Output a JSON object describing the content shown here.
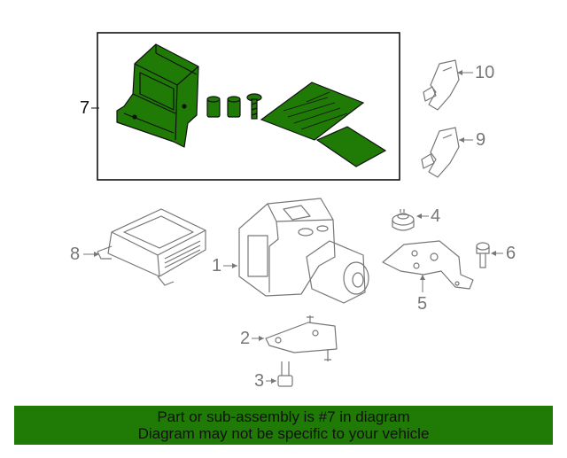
{
  "colors": {
    "highlight_part": "#1f7a06",
    "banner_background": "#1f7a06",
    "line_art": "#777777",
    "callout_active": "#111111"
  },
  "callouts": {
    "c1": "1",
    "c2": "2",
    "c3": "3",
    "c4": "4",
    "c5": "5",
    "c6": "6",
    "c7": "7",
    "c8": "8",
    "c9": "9",
    "c10": "10"
  },
  "banner": {
    "line1": "Part or sub-assembly is #7 in diagram",
    "line2": "Diagram may not be specific to your vehicle"
  }
}
